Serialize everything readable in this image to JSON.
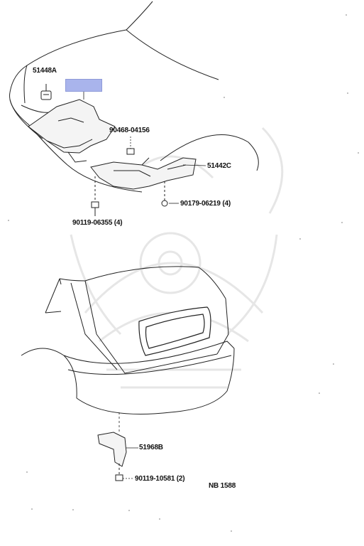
{
  "labels": {
    "part_51448a": "51448A",
    "part_90468": "90468-04156",
    "part_51442c": "51442C",
    "part_90179": "90179-06219 (4)",
    "part_90119_06355": "90119-06355 (4)",
    "part_51968b": "51968B",
    "part_90119_10581": "90119-10581 (2)",
    "ref_code": "NB 1588"
  },
  "colors": {
    "line": "#222222",
    "highlight": "#a9b4ec",
    "watermark": "#e6e6e6"
  }
}
